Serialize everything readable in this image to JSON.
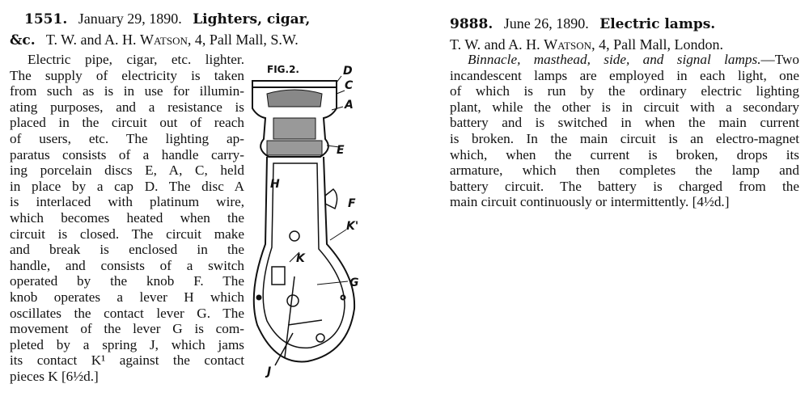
{
  "left_entry": {
    "number": "1551.",
    "date": "January 29, 1890.",
    "subject_line1": "Lighters, cigar,",
    "subject_line2": "&c.",
    "applicant_prefix": "T. W. and A. H. ",
    "applicant_name": "Watson",
    "address": ", 4, Pall Mall, S.W.",
    "body_lines": [
      "Electric pipe, cigar, etc. lighter.",
      "The supply of electricity is taken",
      "from such as is in use for illumin-",
      "ating purposes, and a resistance is",
      "placed in the circuit out of reach",
      "of users, etc. The lighting ap-",
      "paratus consists of a handle carry-",
      "ing porcelain discs E, A, C, held",
      "in place by a cap D. The disc A",
      "is interlaced with platinum wire,",
      "which becomes heated when the",
      "circuit is closed. The circuit make",
      "and break is enclosed in the",
      "handle, and consists of a switch",
      "operated by the knob F. The",
      "knob operates a lever H which",
      "oscillates the contact lever G. The",
      "movement of the lever G is com-",
      "pleted by a spring J, which jams",
      "its contact K¹ against the contact",
      "pieces K    [6½d.]"
    ],
    "figure": {
      "title": "FIG.2.",
      "labels": {
        "D": "D",
        "C": "C",
        "A": "A",
        "E": "E",
        "F": "F",
        "H": "H",
        "K": "K",
        "K1": "K'",
        "G": "G",
        "J": "J"
      }
    }
  },
  "right_entry": {
    "number": "9888.",
    "date": "June 26, 1890.",
    "subject": "Electric lamps.",
    "applicant_prefix": "T. W. and A. H. ",
    "applicant_name": "Watson",
    "address": ", 4, Pall Mall, London.",
    "body_italic_lead": "Binnacle, masthead, side, and signal lamps.",
    "body_lines": [
      "—Two",
      "incandescent lamps are employed in each light, one",
      "of which is run by the ordinary electric lighting",
      "plant, while the other is in circuit with a secondary",
      "battery and is switched in when the main current",
      "is broken. In the main circuit is an electro-magnet",
      "which, when the current is broken, drops its",
      "armature, which then completes the lamp and",
      "battery circuit. The battery is charged from the",
      "main circuit continuously or intermittently.  [4½d.]"
    ]
  }
}
